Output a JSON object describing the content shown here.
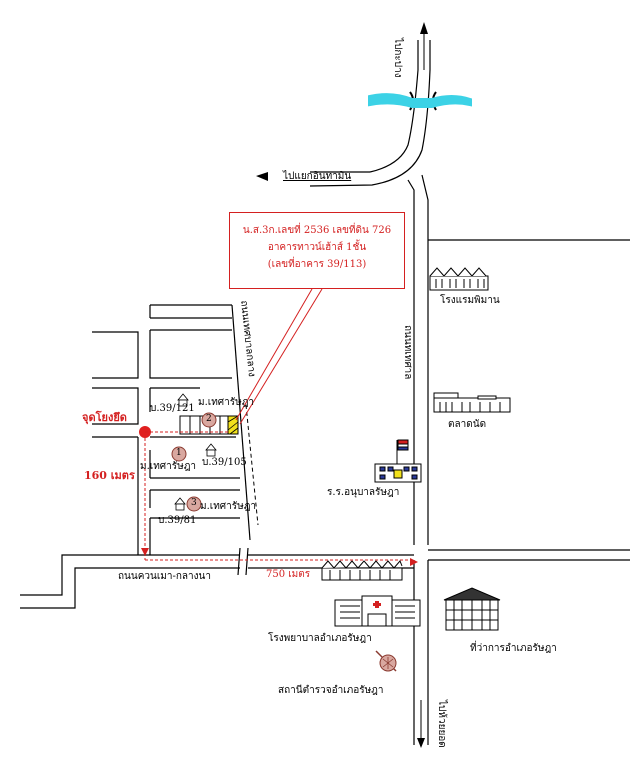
{
  "labels": {
    "to_chiang": "ไปกะปาง",
    "to_intersection": "ไปแยกอินทามิน",
    "road_east": "ถนนทเทศาล",
    "soi_west": "ถนนเทศบาลกลาง",
    "deed_line1": "น.ส.3ก.เลขที่ 2536 เลขที่ดิน 726",
    "deed_line2": "อาคารทาวน์เฮ้าส์ 1ชั้น",
    "deed_line3": "(เลขที่อาคาร 39/113)",
    "hotel": "โรงแรมพิมาน",
    "market": "ตลาดนัด",
    "school": "ร.ร.อนุบาลรัษฎา",
    "ref_point": "จุดโยงยึด",
    "house_121": "บ.39/121",
    "village_top": "ม.เทศารัษฎา",
    "house_105": "บ.39/105",
    "village_mid": "ม.เทศารัษฎา",
    "dist_160": "160 เมตร",
    "village_bottom": "ม.เทศารัษฎา",
    "house_81": "บ.39/81",
    "main_road": "ถนนควนเมา-กลางนา",
    "dist_750": "750 เมตร",
    "hospital": "โรงพยาบาลอำเภอรัษฎา",
    "district_office": "ที่ว่าการอำเภอรัษฎา",
    "police": "สถานีตำรวจอำเภอรัษฎา",
    "to_huai_yot": "ไปห้วยยอด",
    "marker_1": "1",
    "marker_2": "2",
    "marker_3": "3"
  },
  "colors": {
    "river": "#3cd2e6",
    "accent_red": "#d42020",
    "marker_fill": "#d9a8a0",
    "marker_stroke": "#8a3a30",
    "plot_fill": "#f2e21c"
  }
}
